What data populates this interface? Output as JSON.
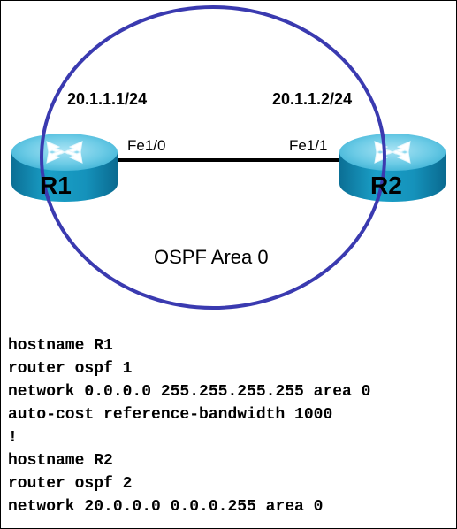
{
  "diagram": {
    "area_label": "OSPF Area 0",
    "area_color": "#3a3ab0",
    "link_color": "#000000",
    "router_color": "#1aa0c8",
    "routers": [
      {
        "name": "R1",
        "ip": "20.1.1.1/24",
        "interface": "Fe1/0"
      },
      {
        "name": "R2",
        "ip": "20.1.1.2/24",
        "interface": "Fe1/1"
      }
    ]
  },
  "config_lines": [
    "hostname R1",
    "router ospf 1",
    "network 0.0.0.0 255.255.255.255 area 0",
    "auto-cost reference-bandwidth 1000",
    "!",
    "hostname R2",
    "router ospf 2",
    "network 20.0.0.0 0.0.0.255 area 0"
  ]
}
